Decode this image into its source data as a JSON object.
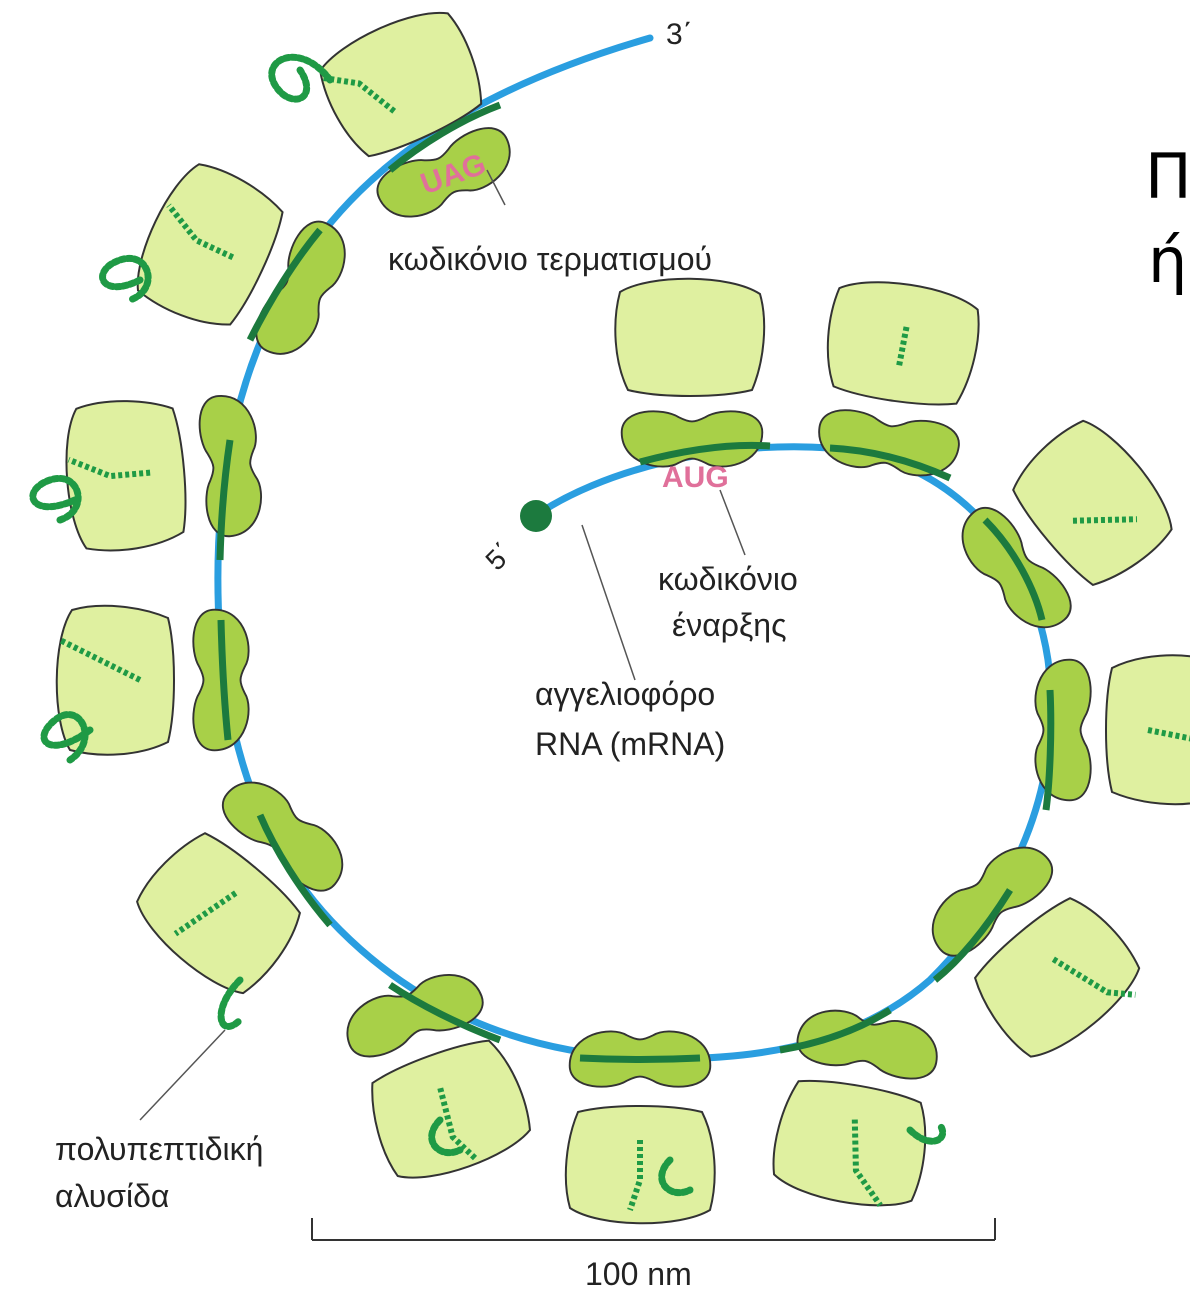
{
  "labels": {
    "three_prime": "3΄",
    "five_prime": "5΄",
    "stop_codon_seq": "UAG",
    "start_codon_seq": "AUG",
    "stop_codon_label": "κωδικόνιο τερματισμού",
    "start_codon_line1": "κωδικόνιο",
    "start_codon_line2": "έναρξης",
    "mrna_line1": "αγγελιοφόρο",
    "mrna_line2": "RNA (mRNA)",
    "polypeptide_line1": "πολυπεπτιδική",
    "polypeptide_line2": "αλυσίδα",
    "scale": "100 nm"
  },
  "side_text": {
    "line1": "Π",
    "line2": "ή"
  },
  "colors": {
    "mrna_strand": "#2a9ee0",
    "large_subunit": "#dff0a0",
    "small_subunit": "#a8d048",
    "polypeptide": "#1f9a45",
    "codon_text": "#e0709a"
  }
}
